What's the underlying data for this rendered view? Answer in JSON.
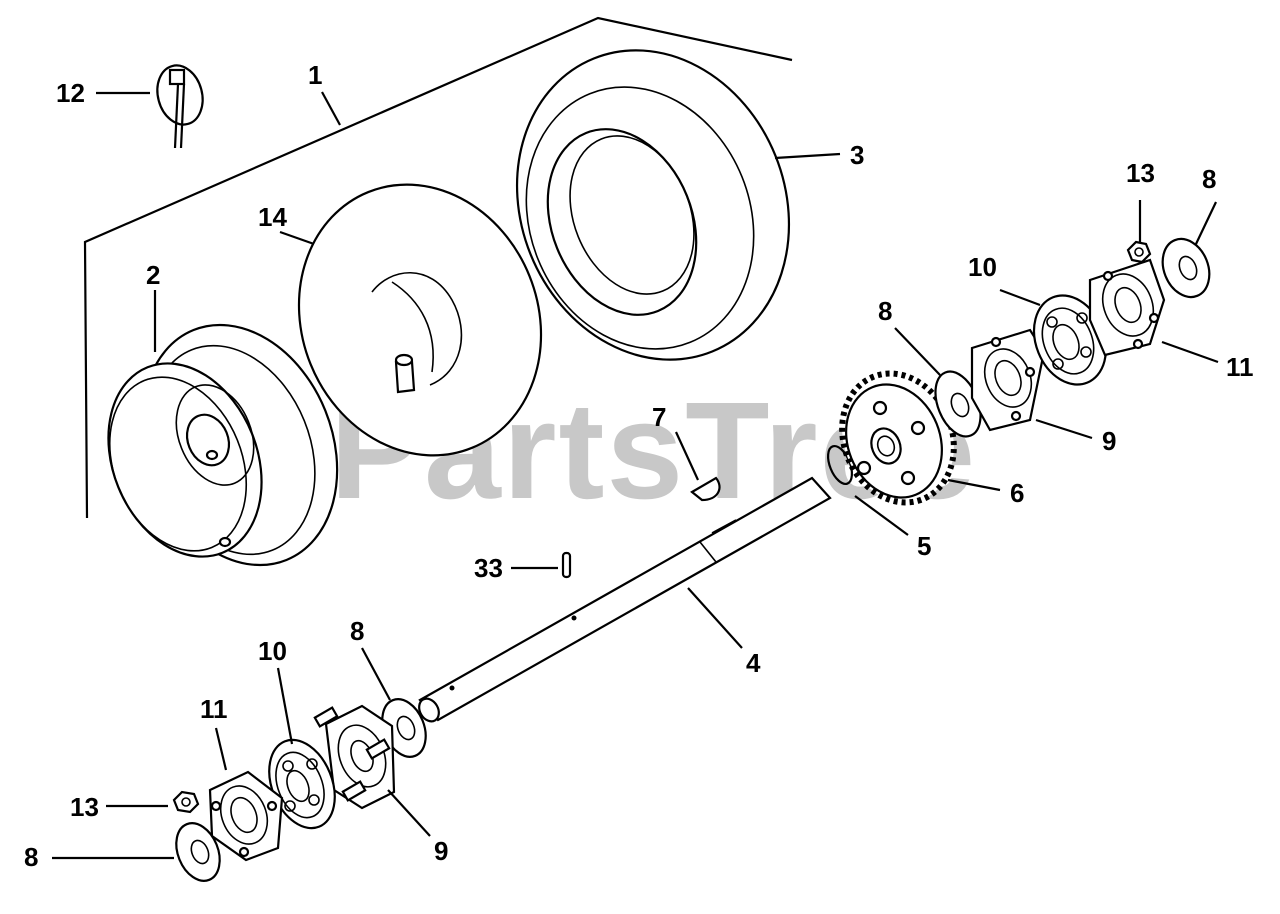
{
  "watermark": "PartsTree",
  "callouts": {
    "c1": "1",
    "c2": "2",
    "c3": "3",
    "c4": "4",
    "c5": "5",
    "c6": "6",
    "c7": "7",
    "c8a": "8",
    "c8b": "8",
    "c8c": "8",
    "c8d": "8",
    "c9a": "9",
    "c9b": "9",
    "c10a": "10",
    "c10b": "10",
    "c11a": "11",
    "c11b": "11",
    "c12": "12",
    "c13a": "13",
    "c13b": "13",
    "c14": "14",
    "c33": "33"
  }
}
